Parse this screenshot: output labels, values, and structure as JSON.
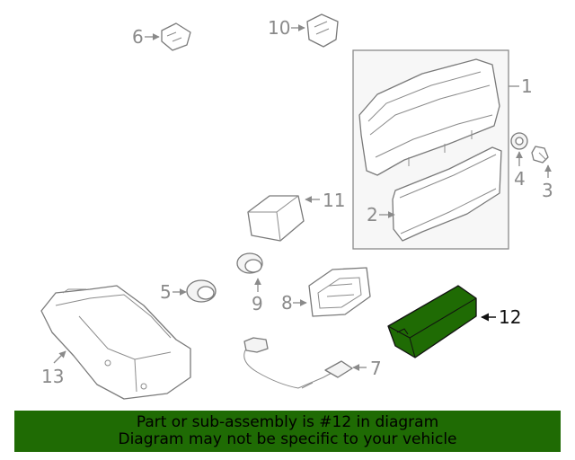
{
  "labels": {
    "p1": "1",
    "p2": "2",
    "p3": "3",
    "p4": "4",
    "p5": "5",
    "p6": "6",
    "p7": "7",
    "p8": "8",
    "p9": "9",
    "p10": "10",
    "p11": "11",
    "p12": "12",
    "p13": "13"
  },
  "banner": {
    "line1": "Part or sub-assembly is #12 in diagram",
    "line2": "Diagram may not be specific to your vehicle"
  },
  "colors": {
    "highlight_part": "#1f6b04",
    "banner_background": "#1f6b04",
    "line_art": "#7a7a7a"
  }
}
